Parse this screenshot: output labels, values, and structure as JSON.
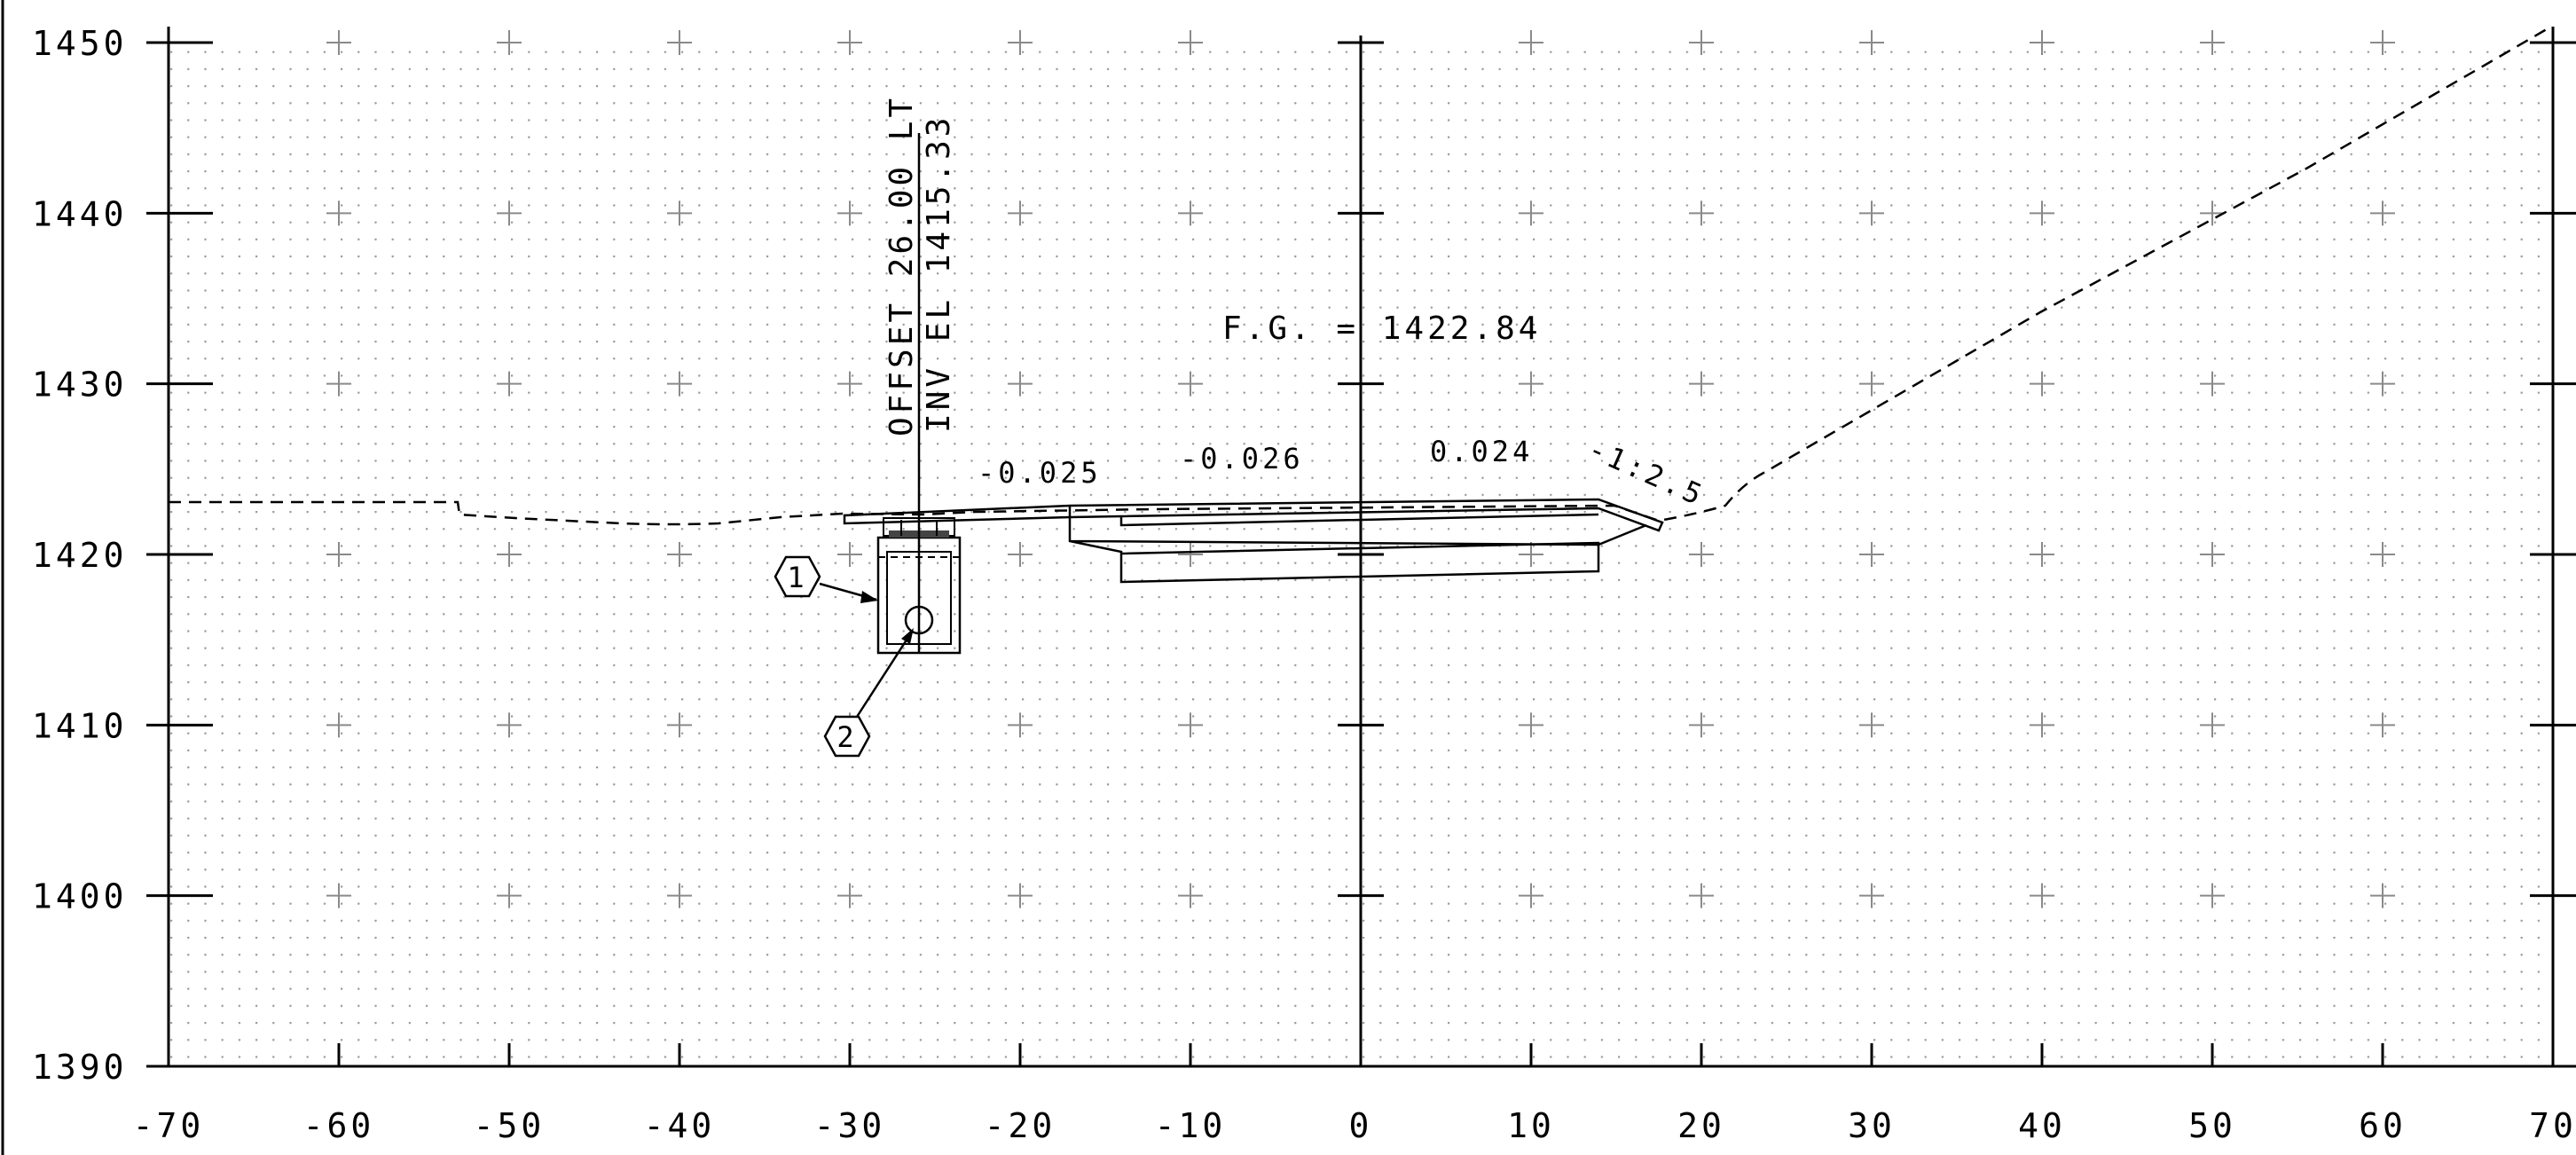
{
  "x_axis": {
    "ticks": [
      "-70",
      "-60",
      "-50",
      "-40",
      "-30",
      "-20",
      "-10",
      "0",
      "10",
      "20",
      "30",
      "40",
      "50",
      "60",
      "70"
    ]
  },
  "y_axis": {
    "ticks": [
      "1450",
      "1440",
      "1430",
      "1420",
      "1410",
      "1400",
      "1390"
    ]
  },
  "annotations": {
    "offset": "OFFSET 26.00 LT",
    "inv_el": "INV EL 1415.33",
    "fg": "F.G. = 1422.84",
    "slope_1": "-0.025",
    "slope_2": "-0.026",
    "slope_3": "0.024",
    "slope_4": "-1:2.5",
    "callout_1": "1",
    "callout_2": "2"
  },
  "colors": {
    "ink": "#000000",
    "grid": "#9a9a9a",
    "background": "#ffffff"
  }
}
